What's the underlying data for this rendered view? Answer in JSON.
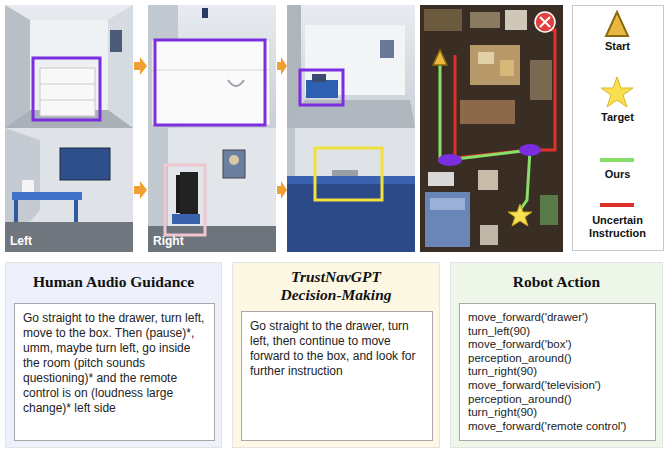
{
  "diagram": {
    "nodes": [
      {
        "text": [
          "Human Audio Guidance"
        ]
      },
      {
        "text": [
          "Go straight to the drawer, turn left, move to the box. Then (pause)*, umm, maybe turn left, go inside the room (pitch sounds questioning)* and the remote control is on (loudness large change)* left side"
        ],
        "in": 0
      },
      {
        "text": [
          "TrustNavGPT Decision-Making"
        ]
      },
      {
        "text": [
          "Go straight to the drawer, turn left, then continue to move forward to the box, and look for further instruction"
        ],
        "in": 2
      },
      {
        "text": [
          "Robot Action"
        ]
      },
      {
        "text": [
          "move_forward('drawer')",
          "turn_left(90)",
          "move_forward('box')",
          "perception_around()",
          "turn_right(90)",
          "move_forward('television')",
          "perception_around()",
          "turn_right(90)",
          "move_forward('remote control')"
        ],
        "in": 4
      }
    ],
    "labels": [
      "Left",
      "Right"
    ],
    "legend": [
      {
        "text": "Start"
      },
      {
        "text": "Target"
      },
      {
        "text": "Ours"
      },
      {
        "text": "Uncertain Instruction"
      }
    ]
  }
}
